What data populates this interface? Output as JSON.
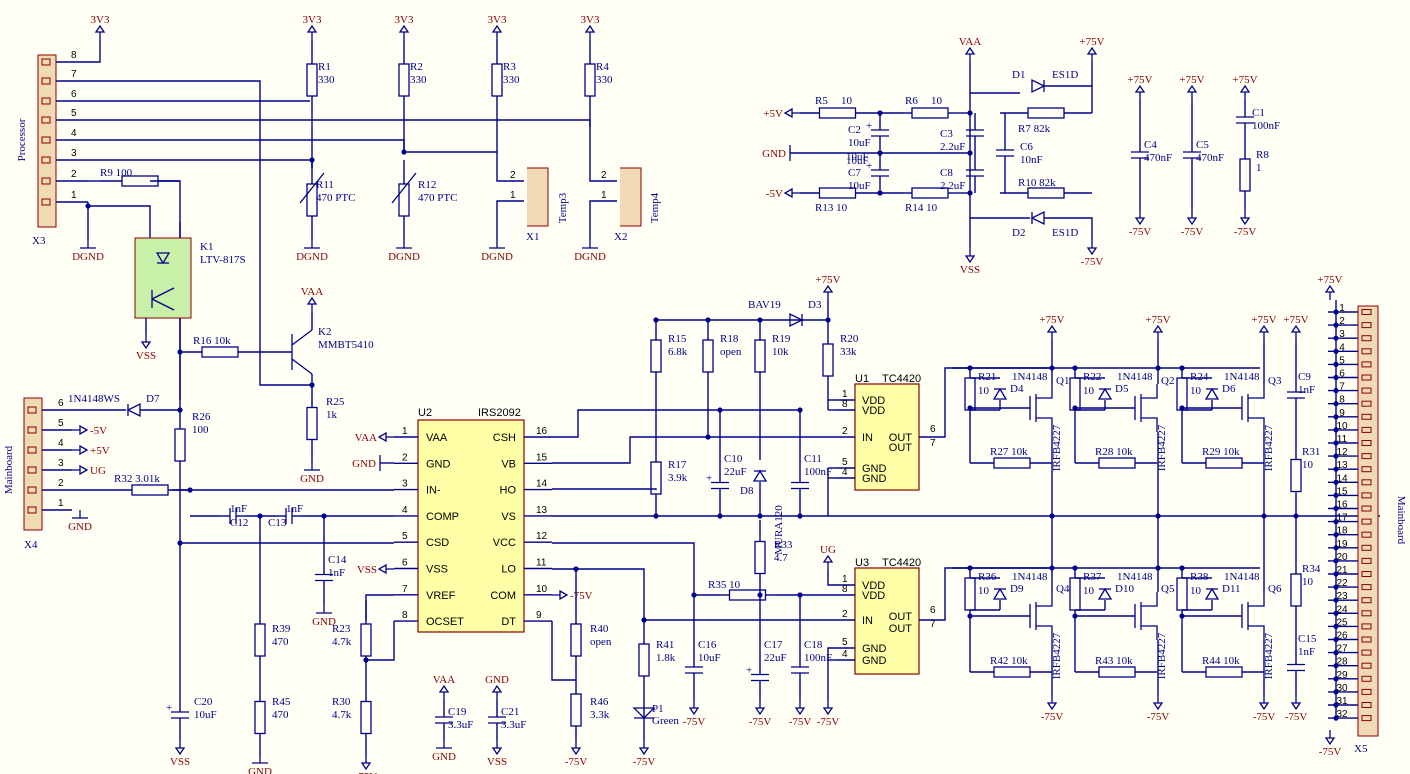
{
  "title_blocks": {
    "processor": "Processor",
    "mainboard_left": "Mainboard",
    "mainboard_right": "Mainboard",
    "x3": "X3",
    "x4": "X4",
    "x5": "X5",
    "x1": "X1",
    "x2": "X2",
    "temp3": "Temp3",
    "temp4": "Temp4"
  },
  "power": {
    "v3v3": "3V3",
    "vaa": "VAA",
    "vss": "VSS",
    "dgnd": "DGND",
    "gnd": "GND",
    "p75": "+75V",
    "m75": "-75V",
    "p5": "+5V",
    "m5": "-5V",
    "ug": "UG"
  },
  "resistors": [
    {
      "name": "R1",
      "value": "330"
    },
    {
      "name": "R2",
      "value": "330"
    },
    {
      "name": "R3",
      "value": "330"
    },
    {
      "name": "R4",
      "value": "330"
    },
    {
      "name": "R5",
      "value": "10"
    },
    {
      "name": "R6",
      "value": "10"
    },
    {
      "name": "R7",
      "value": "82k"
    },
    {
      "name": "R8",
      "value": "1"
    },
    {
      "name": "R9",
      "value": "100"
    },
    {
      "name": "R10",
      "value": "82k"
    },
    {
      "name": "R11",
      "value": "470 PTC"
    },
    {
      "name": "R12",
      "value": "470 PTC"
    },
    {
      "name": "R13",
      "value": "10"
    },
    {
      "name": "R14",
      "value": "10"
    },
    {
      "name": "R15",
      "value": "6.8k"
    },
    {
      "name": "R16",
      "value": "10k"
    },
    {
      "name": "R17",
      "value": "3.9k"
    },
    {
      "name": "R18",
      "value": "open"
    },
    {
      "name": "R19",
      "value": "10k"
    },
    {
      "name": "R20",
      "value": "33k"
    },
    {
      "name": "R21",
      "value": "10"
    },
    {
      "name": "R22",
      "value": "10"
    },
    {
      "name": "R23",
      "value": "4.7k"
    },
    {
      "name": "R24",
      "value": "10"
    },
    {
      "name": "R25",
      "value": "1k"
    },
    {
      "name": "R26",
      "value": "100"
    },
    {
      "name": "R27",
      "value": "10k"
    },
    {
      "name": "R28",
      "value": "10k"
    },
    {
      "name": "R29",
      "value": "10k"
    },
    {
      "name": "R30",
      "value": "4.7k"
    },
    {
      "name": "R31",
      "value": "10"
    },
    {
      "name": "R32",
      "value": "3.01k"
    },
    {
      "name": "R33",
      "value": "4.7"
    },
    {
      "name": "R34",
      "value": "10"
    },
    {
      "name": "R35",
      "value": "10"
    },
    {
      "name": "R36",
      "value": "10"
    },
    {
      "name": "R37",
      "value": "10"
    },
    {
      "name": "R38",
      "value": "10"
    },
    {
      "name": "R39",
      "value": "470"
    },
    {
      "name": "R40",
      "value": "open"
    },
    {
      "name": "R41",
      "value": "1.8k"
    },
    {
      "name": "R42",
      "value": "10k"
    },
    {
      "name": "R43",
      "value": "10k"
    },
    {
      "name": "R44",
      "value": "10k"
    },
    {
      "name": "R45",
      "value": "470"
    },
    {
      "name": "R46",
      "value": "3.3k"
    }
  ],
  "capacitors": [
    {
      "name": "C1",
      "value": "100nF"
    },
    {
      "name": "C2",
      "value": "10uF"
    },
    {
      "name": "C3",
      "value": "2.2uF"
    },
    {
      "name": "C4",
      "value": "470nF"
    },
    {
      "name": "C5",
      "value": "470nF"
    },
    {
      "name": "C6",
      "value": "10nF"
    },
    {
      "name": "C7",
      "value": "10uF"
    },
    {
      "name": "C8",
      "value": "2.2uF"
    },
    {
      "name": "C9",
      "value": "1nF"
    },
    {
      "name": "C10",
      "value": "22uF"
    },
    {
      "name": "C11",
      "value": "100nF"
    },
    {
      "name": "C12",
      "value": "1nF"
    },
    {
      "name": "C13",
      "value": "1nF"
    },
    {
      "name": "C14",
      "value": "1nF"
    },
    {
      "name": "C15",
      "value": "1nF"
    },
    {
      "name": "C16",
      "value": "10uF"
    },
    {
      "name": "C17",
      "value": "22uF"
    },
    {
      "name": "C18",
      "value": "100nF"
    },
    {
      "name": "C19",
      "value": "3.3uF"
    },
    {
      "name": "C20",
      "value": "10uF"
    },
    {
      "name": "C21",
      "value": "3.3uF"
    }
  ],
  "diodes": [
    {
      "name": "D1",
      "value": "ES1D"
    },
    {
      "name": "D2",
      "value": "ES1D"
    },
    {
      "name": "D3",
      "value": "BAV19"
    },
    {
      "name": "D4",
      "value": "1N4148"
    },
    {
      "name": "D5",
      "value": "1N4148"
    },
    {
      "name": "D6",
      "value": "1N4148"
    },
    {
      "name": "D7",
      "value": "1N4148WS"
    },
    {
      "name": "D8",
      "value": "MURA120"
    },
    {
      "name": "D9",
      "value": "1N4148"
    },
    {
      "name": "D10",
      "value": "1N4148"
    },
    {
      "name": "D11",
      "value": "1N4148"
    }
  ],
  "semis": {
    "k1": "K1",
    "k1_part": "LTV-817S",
    "k2": "K2",
    "k2_part": "MMBT5410",
    "q1": "Q1",
    "q2": "Q2",
    "q3": "Q3",
    "q4": "Q4",
    "q5": "Q5",
    "q6": "Q6",
    "mosfet": "IRFB4227",
    "p1": "P1",
    "p1_color": "Green"
  },
  "u2": {
    "ref": "U2",
    "part": "IRS2092",
    "left_pins": [
      {
        "n": "1",
        "name": "VAA"
      },
      {
        "n": "2",
        "name": "GND"
      },
      {
        "n": "3",
        "name": "IN-"
      },
      {
        "n": "4",
        "name": "COMP"
      },
      {
        "n": "5",
        "name": "CSD"
      },
      {
        "n": "6",
        "name": "VSS"
      },
      {
        "n": "7",
        "name": "VREF"
      },
      {
        "n": "8",
        "name": "OCSET"
      }
    ],
    "right_pins": [
      {
        "n": "16",
        "name": "CSH"
      },
      {
        "n": "15",
        "name": "VB"
      },
      {
        "n": "14",
        "name": "HO"
      },
      {
        "n": "13",
        "name": "VS"
      },
      {
        "n": "12",
        "name": "VCC"
      },
      {
        "n": "11",
        "name": "LO"
      },
      {
        "n": "10",
        "name": "COM"
      },
      {
        "n": "9",
        "name": "DT"
      }
    ]
  },
  "u1": {
    "ref": "U1",
    "part": "TC4420",
    "pins": [
      {
        "n": "1",
        "name": "VDD"
      },
      {
        "n": "8",
        "name": "VDD"
      },
      {
        "n": "2",
        "name": "IN"
      },
      {
        "n": "6",
        "name": "OUT"
      },
      {
        "n": "7",
        "name": "OUT"
      },
      {
        "n": "5",
        "name": "GND"
      },
      {
        "n": "4",
        "name": "GND"
      }
    ]
  },
  "u3": {
    "ref": "U3",
    "part": "TC4420",
    "pins": [
      {
        "n": "1",
        "name": "VDD"
      },
      {
        "n": "8",
        "name": "VDD"
      },
      {
        "n": "2",
        "name": "IN"
      },
      {
        "n": "6",
        "name": "OUT"
      },
      {
        "n": "7",
        "name": "OUT"
      },
      {
        "n": "5",
        "name": "GND"
      },
      {
        "n": "4",
        "name": "GND"
      }
    ]
  },
  "x3_pins": [
    "8",
    "7",
    "6",
    "5",
    "4",
    "3",
    "2",
    "1"
  ],
  "x4_pins": [
    "6",
    "5",
    "4",
    "3",
    "2",
    "1"
  ],
  "x5_pins": [
    "1",
    "2",
    "3",
    "4",
    "5",
    "6",
    "7",
    "8",
    "9",
    "10",
    "11",
    "12",
    "13",
    "14",
    "15",
    "16",
    "17",
    "18",
    "19",
    "20",
    "21",
    "22",
    "23",
    "24",
    "25",
    "26",
    "27",
    "28",
    "29",
    "30",
    "31",
    "32"
  ],
  "colors": {
    "wire": "#00008B",
    "ic_fill": "#FFFFA8",
    "opto_fill": "#C8F0A8",
    "conn_fill": "#F0D9B5",
    "background": "#FFFFF6",
    "power_text": "#8B0000"
  }
}
